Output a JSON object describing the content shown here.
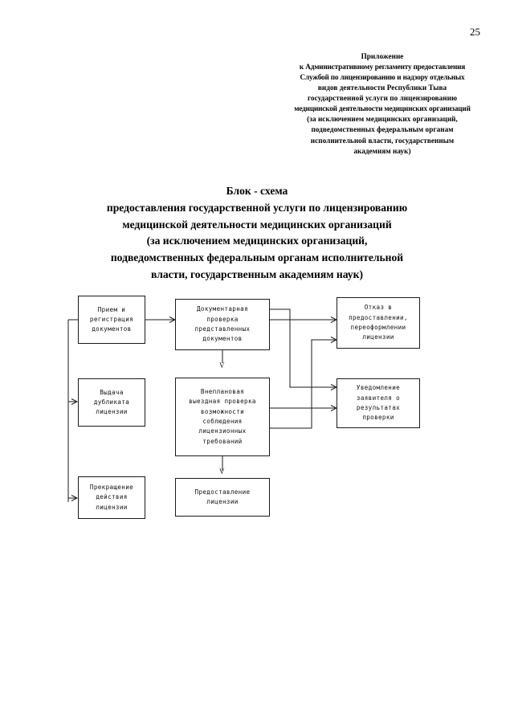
{
  "page": {
    "number": "25"
  },
  "appendix_header": {
    "lines": [
      "Приложение",
      "к Административному регламенту предоставления",
      "Службой по лицензированию и надзору отдельных",
      "видов деятельности Республики Тыва",
      "государственной услуги по лицензированию",
      "медицинской деятельности медицинских организаций",
      "(за исключением медицинских организаций,",
      "подведомственных федеральным органам",
      "исполнительной власти,  государственным",
      "академиям наук)"
    ]
  },
  "title": {
    "lines": [
      "Блок - схема",
      "предоставления государственной услуги по лицензированию",
      "медицинской деятельности медицинских организаций",
      "(за исключением медицинских организаций,",
      "подведомственных федеральным органам исполнительной",
      "власти, государственным академиям наук)"
    ]
  },
  "flowchart": {
    "nodes": [
      {
        "id": "priem",
        "lines": [
          "Прием и",
          "регистрация",
          "документов"
        ]
      },
      {
        "id": "dokumentarnaya",
        "lines": [
          "Документарная",
          "проверка",
          "представленных",
          "документов"
        ]
      },
      {
        "id": "otkaz",
        "lines": [
          "Отказ в",
          "предоставлении,",
          "переоформлении",
          "лицензии"
        ]
      },
      {
        "id": "vydacha",
        "lines": [
          "Выдача",
          "дубликата",
          "лицензии"
        ]
      },
      {
        "id": "vneplanovaya",
        "lines": [
          "Внеплановая",
          "выездная проверка",
          "возможности",
          "соблюдения",
          "лицензионных",
          "требований"
        ]
      },
      {
        "id": "uvedomlenie",
        "lines": [
          "Уведомление",
          "заявителя о",
          "результатах",
          "проверки"
        ]
      },
      {
        "id": "prekrashchenie",
        "lines": [
          "Прекращение",
          "действия",
          "лицензии"
        ]
      },
      {
        "id": "predostavlenie",
        "lines": [
          "Предоставление",
          "лицензии"
        ]
      }
    ],
    "arrow_markers": [
      {
        "id": "v-dokumentarnaya-to-vneplanovaya",
        "glyph": "V"
      },
      {
        "id": "v-vneplanovaya-to-predostavlenie",
        "glyph": "V"
      }
    ],
    "line_color": "#1a1a1a"
  }
}
